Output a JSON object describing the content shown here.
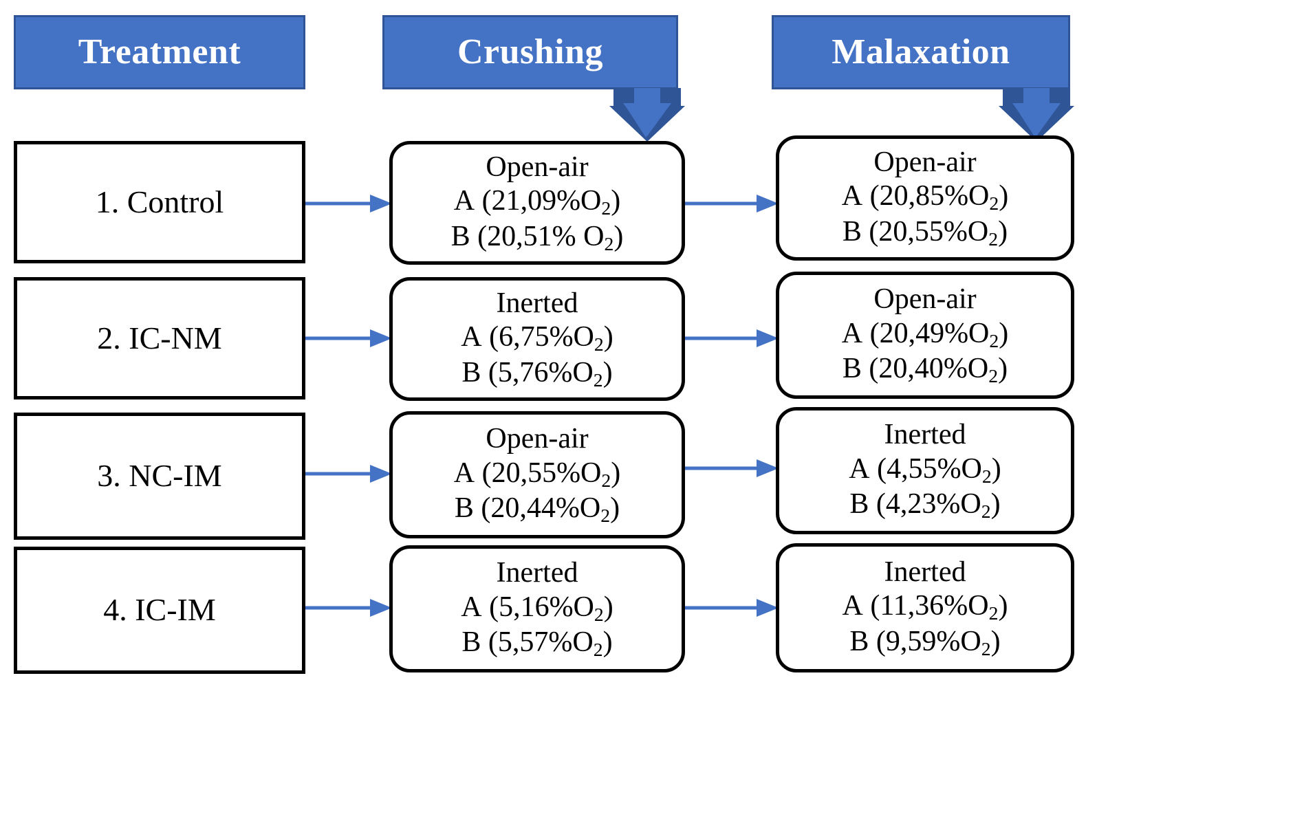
{
  "headers": [
    {
      "id": "treatment",
      "label": "Treatment"
    },
    {
      "id": "crushing",
      "label": "Crushing"
    },
    {
      "id": "malaxation",
      "label": "Malaxation"
    }
  ],
  "colors": {
    "header_fill": "#4472c4",
    "header_border": "#2f5597",
    "header_text": "#ffffff",
    "arrow_blue": "#4472c4",
    "arrow_shadow": "#2f5597",
    "box_border": "#000000",
    "box_fill": "#ffffff",
    "text": "#000000"
  },
  "rows": [
    {
      "treatment": "1. Control",
      "crushing": {
        "atmosphere": "Open-air",
        "a_label": "A",
        "a_value": "(21,09%O",
        "a_sub": "2",
        "a_tail": ")",
        "b_label": "B",
        "b_value": "(20,51% O",
        "b_sub": "2",
        "b_tail": ")"
      },
      "malaxation": {
        "atmosphere": "Open-air",
        "a_label": "A",
        "a_value": "(20,85%O",
        "a_sub": "2",
        "a_tail": ")",
        "b_label": "B",
        "b_value": "(20,55%O",
        "b_sub": "2",
        "b_tail": ")"
      }
    },
    {
      "treatment": "2. IC-NM",
      "crushing": {
        "atmosphere": "Inerted",
        "a_label": "A",
        "a_value": "(6,75%O",
        "a_sub": "2",
        "a_tail": ")",
        "b_label": "B",
        "b_value": "(5,76%O",
        "b_sub": "2",
        "b_tail": ")"
      },
      "malaxation": {
        "atmosphere": "Open-air",
        "a_label": "A",
        "a_value": "(20,49%O",
        "a_sub": "2",
        "a_tail": ")",
        "b_label": "B",
        "b_value": "(20,40%O",
        "b_sub": "2",
        "b_tail": ")"
      }
    },
    {
      "treatment": "3. NC-IM",
      "crushing": {
        "atmosphere": "Open-air",
        "a_label": "A",
        "a_value": "(20,55%O",
        "a_sub": "2",
        "a_tail": ")",
        "b_label": "B",
        "b_value": "(20,44%O",
        "b_sub": "2",
        "b_tail": ")"
      },
      "malaxation": {
        "atmosphere": "Inerted",
        "a_label": "A",
        "a_value": "(4,55%O",
        "a_sub": "2",
        "a_tail": ")",
        "b_label": "B",
        "b_value": "(4,23%O",
        "b_sub": "2",
        "b_tail": ")"
      }
    },
    {
      "treatment": "4. IC-IM",
      "crushing": {
        "atmosphere": "Inerted",
        "a_label": "A",
        "a_value": "(5,16%O",
        "a_sub": "2",
        "a_tail": ")",
        "b_label": "B",
        "b_value": "(5,57%O",
        "b_sub": "2",
        "b_tail": ")"
      },
      "malaxation": {
        "atmosphere": "Inerted",
        "a_label": "A",
        "a_value": "(11,36%O",
        "a_sub": "2",
        "a_tail": ")",
        "b_label": "B",
        "b_value": "(9,59%O",
        "b_sub": "2",
        "b_tail": ")"
      }
    }
  ]
}
